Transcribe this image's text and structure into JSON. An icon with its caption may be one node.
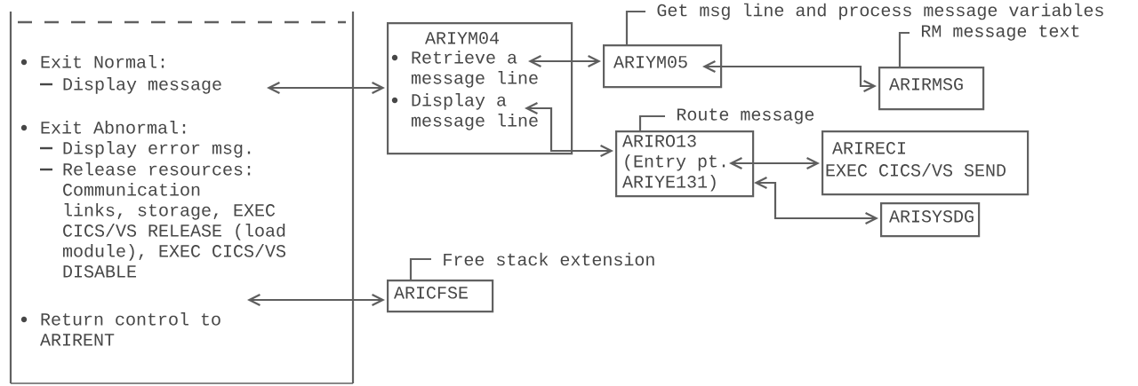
{
  "diagram": {
    "nodes": [
      {
        "text": [
          "Exit Normal:",
          "Display message",
          "Exit Abnormal:",
          "Display error msg.",
          "Release resources: Communication links, storage, EXEC CICS/VS RELEASE (load module), EXEC CICS/VS DISABLE",
          "Return control to ARIRENT"
        ]
      },
      {
        "text": [
          "ARIYM04",
          "Retrieve a message line",
          "Display a message line"
        ]
      },
      {
        "text": [
          "ARIYM05"
        ],
        "beside": [
          "Get msg line and process message variables"
        ]
      },
      {
        "text": [
          "ARIRMSG"
        ],
        "beside": [
          "RM message text"
        ]
      },
      {
        "text": [
          "ARIRO13 (Entry pt. ARIYE131)"
        ],
        "beside": [
          "Route message"
        ]
      },
      {
        "text": [
          "ARIRECI",
          "EXEC CICS/VS SEND"
        ]
      },
      {
        "text": [
          "ARISYSDG"
        ]
      },
      {
        "text": [
          "ARICFSE"
        ],
        "beside": [
          "Free stack extension"
        ]
      }
    ],
    "edges": [
      {
        "from": 0,
        "to": 1,
        "arrow": "both"
      },
      {
        "from": 1,
        "to": 2,
        "arrow": "both"
      },
      {
        "from": 2,
        "to": 3,
        "arrow": "both"
      },
      {
        "from": 1,
        "to": 4,
        "arrow": "both"
      },
      {
        "from": 4,
        "to": 5,
        "arrow": "both"
      },
      {
        "from": 4,
        "to": 6,
        "arrow": "both"
      },
      {
        "from": 0,
        "to": 7,
        "arrow": "both"
      }
    ]
  }
}
